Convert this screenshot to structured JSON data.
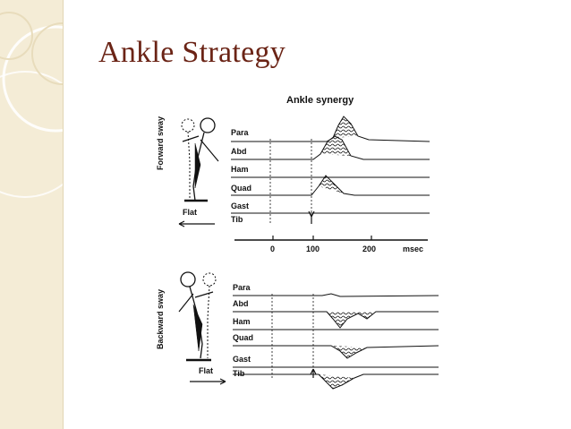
{
  "slide": {
    "title": "Ankle Strategy"
  },
  "figure": {
    "heading": "Ankle synergy",
    "forward_panel": {
      "side_label": "Forward sway",
      "surface_label": "Flat",
      "muscles": [
        "Para",
        "Abd",
        "Ham",
        "Quad",
        "Gast",
        "Tib"
      ]
    },
    "time_axis": {
      "ticks": [
        "0",
        "100",
        "200"
      ],
      "unit": "msec"
    },
    "backward_panel": {
      "side_label": "Backward sway",
      "surface_label": "Flat",
      "muscles": [
        "Para",
        "Abd",
        "Ham",
        "Quad",
        "Gast",
        "Tib"
      ]
    }
  },
  "colors": {
    "title": "#6b2416",
    "sidebar": "#f4ecd6",
    "ink": "#111111"
  }
}
